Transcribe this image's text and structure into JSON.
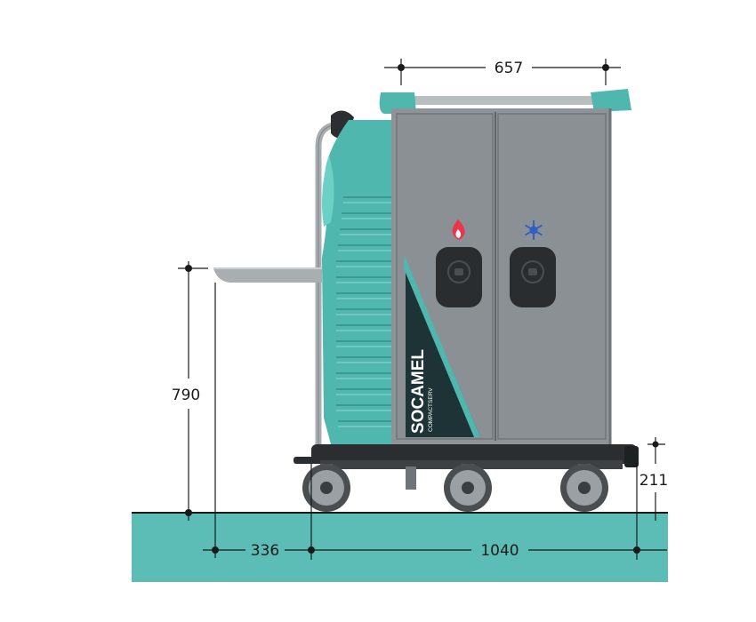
{
  "brand": {
    "name": "SOCAMEL",
    "model": "COMPACTSERV"
  },
  "dimensions": {
    "top_width": "657",
    "tray_height": "790",
    "tray_depth": "336",
    "base_length": "1040",
    "base_height": "211"
  },
  "icons": {
    "hot": "flame-icon",
    "cold": "snowflake-icon"
  },
  "colors": {
    "floor": "#5bbdb6",
    "teal": "#4fb7ad",
    "cabinet": "#8e9397",
    "dark_panel": "#1e3336",
    "hot": "#e8374a",
    "cold": "#2a5dc8"
  }
}
